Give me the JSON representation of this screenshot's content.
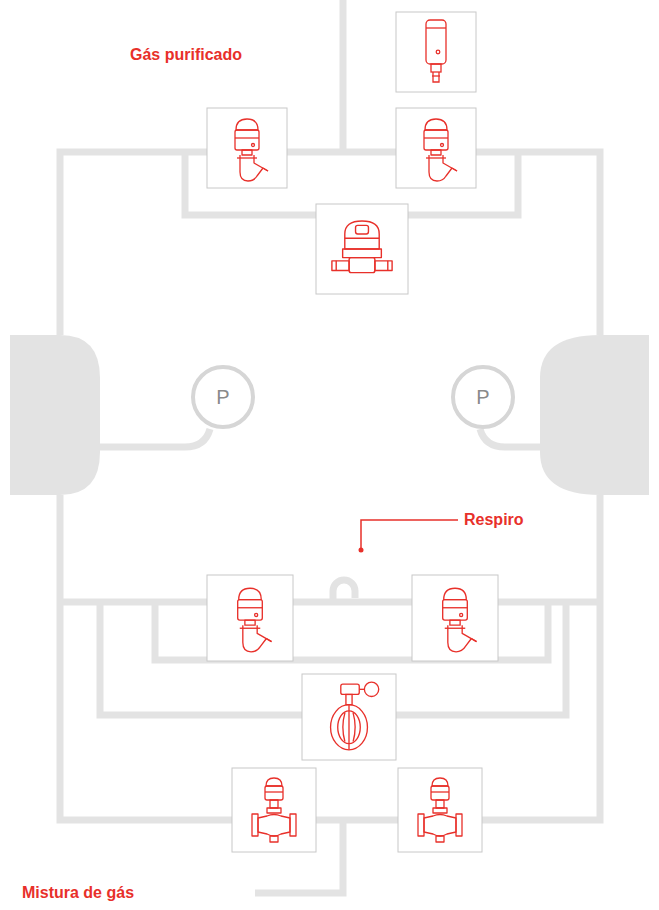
{
  "diagram": {
    "nodes": [
      {
        "text": [
          "P"
        ]
      },
      {
        "text": [
          "P"
        ]
      }
    ],
    "labels": [
      "Gás purificado",
      "Respiro",
      "Mistura de gás"
    ]
  }
}
